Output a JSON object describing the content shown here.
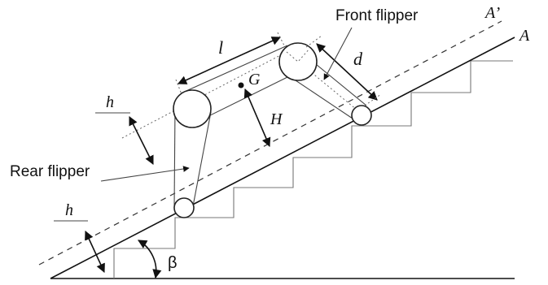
{
  "labels": {
    "front_flipper": "Front flipper",
    "rear_flipper": "Rear flipper",
    "A_prime": "A’",
    "A": "A",
    "l": "l",
    "d": "d",
    "G": "G",
    "H": "H",
    "h_upper": "h",
    "h_lower": "h",
    "beta": "β"
  }
}
